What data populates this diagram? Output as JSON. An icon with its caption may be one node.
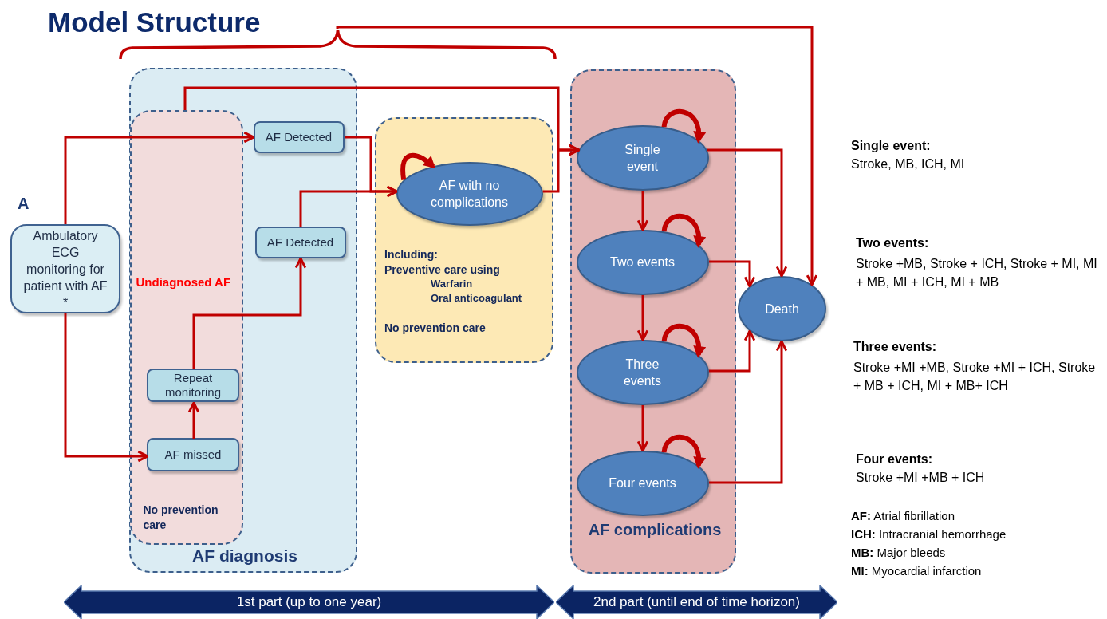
{
  "diagram": {
    "title": "Model Structure",
    "nodes": [
      {
        "text": [
          "AF diagnosis"
        ]
      },
      {
        "text": [
          "Undiagnosed AF",
          "No prevention care"
        ],
        "in": 0
      },
      {
        "text": [
          "AF Detected"
        ],
        "in": 0
      },
      {
        "text": [
          "AF Detected"
        ],
        "in": 0
      },
      {
        "text": [
          "Repeat monitoring"
        ],
        "in": 1
      },
      {
        "text": [
          "AF missed"
        ],
        "in": 1
      },
      {
        "text": [
          "Including:",
          "Preventive care using",
          "Warfarin",
          "Oral anticoagulant",
          "No prevention care"
        ]
      },
      {
        "text": [
          "AF with no complications"
        ],
        "in": 6
      },
      {
        "text": [
          "AF complications"
        ]
      },
      {
        "text": [
          "Single event"
        ],
        "in": 8
      },
      {
        "text": [
          "Two events"
        ],
        "in": 8
      },
      {
        "text": [
          "Three events"
        ],
        "in": 8
      },
      {
        "text": [
          "Four events"
        ],
        "in": 8
      },
      {
        "text": [
          "Death"
        ]
      },
      {
        "text": [
          "Ambulatory ECG monitoring for patient with AF *"
        ]
      },
      {
        "text": [],
        "shape": "brace"
      },
      {
        "text": [
          "1st part (up to one year)"
        ]
      },
      {
        "text": [
          "2nd part (until end of time horizon)"
        ]
      }
    ],
    "edges": [
      {
        "from": 14,
        "to": 2,
        "arrow": "to"
      },
      {
        "from": 14,
        "to": 5,
        "arrow": "to"
      },
      {
        "from": 5,
        "to": 4,
        "arrow": "to"
      },
      {
        "from": 4,
        "to": 3,
        "arrow": "to"
      },
      {
        "from": 2,
        "to": 7,
        "arrow": "to"
      },
      {
        "from": 3,
        "to": 7,
        "arrow": "to"
      },
      {
        "from": 1,
        "to": 9,
        "arrow": "to"
      },
      {
        "from": 7,
        "to": 9,
        "arrow": "to"
      },
      {
        "from": 7,
        "to": 7,
        "arrow": "to",
        "style": "thick"
      },
      {
        "from": 9,
        "to": 9,
        "arrow": "to",
        "style": "thick"
      },
      {
        "from": 10,
        "to": 10,
        "arrow": "to",
        "style": "thick"
      },
      {
        "from": 11,
        "to": 11,
        "arrow": "to",
        "style": "thick"
      },
      {
        "from": 12,
        "to": 12,
        "arrow": "to",
        "style": "thick"
      },
      {
        "from": 9,
        "to": 10,
        "arrow": "to"
      },
      {
        "from": 10,
        "to": 11,
        "arrow": "to"
      },
      {
        "from": 11,
        "to": 12,
        "arrow": "to"
      },
      {
        "from": 9,
        "to": 13,
        "arrow": "to"
      },
      {
        "from": 10,
        "to": 13,
        "arrow": "to"
      },
      {
        "from": 11,
        "to": 13,
        "arrow": "to"
      },
      {
        "from": 12,
        "to": 13,
        "arrow": "to"
      },
      {
        "from": 15,
        "to": 13,
        "arrow": "to"
      }
    ],
    "labels": [
      "A",
      "Single event:",
      "Stroke, MB, ICH, MI",
      "Two events:",
      "Stroke +MB, Stroke + ICH, Stroke + MI, MI + MB, MI + ICH, MI + MB",
      "Three events:",
      "Stroke +MI +MB, Stroke +MI + ICH, Stroke + MB + ICH, MI + MB+ ICH",
      "Four events:",
      "Stroke +MI +MB + ICH",
      "**AF:** Atrial fibrillation",
      "**ICH:** Intracranial hemorrhage",
      "**MB:** Major bleeds",
      "**MI:** Myocardial infarction"
    ]
  }
}
